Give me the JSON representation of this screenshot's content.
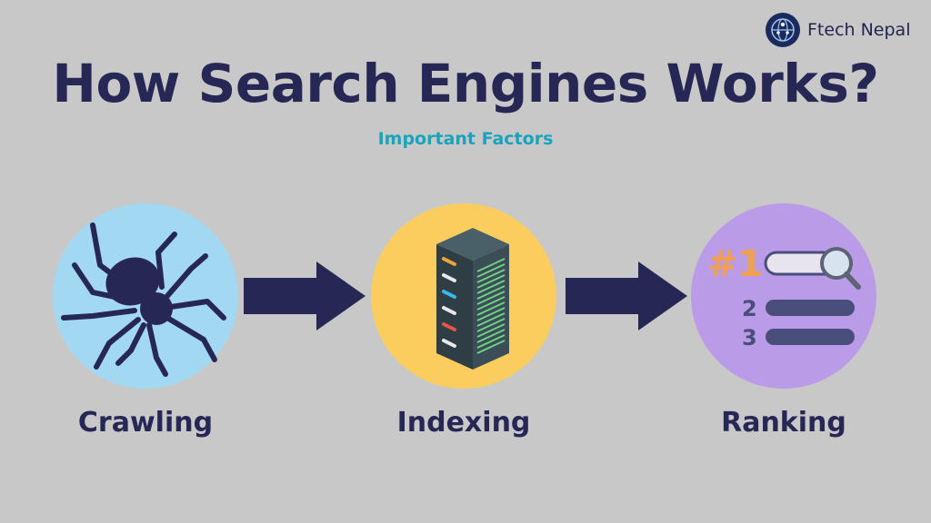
{
  "brand": {
    "name": "Ftech Nepal",
    "logo_icon": "globe-network-icon"
  },
  "title": "How Search Engines Works?",
  "subtitle": "Important Factors",
  "colors": {
    "background": "#c8c8c8",
    "title": "#272755",
    "subtitle": "#18a4bd",
    "crawling_circle": "#a3d8f3",
    "indexing_circle": "#fbcd5e",
    "ranking_circle": "#ba9be8",
    "arrow": "#272755"
  },
  "steps": [
    {
      "label": "Crawling",
      "icon": "spider-icon"
    },
    {
      "label": "Indexing",
      "icon": "server-rack-icon"
    },
    {
      "label": "Ranking",
      "icon": "ranking-list-icon"
    }
  ],
  "ranking": {
    "first": "#1",
    "second": "2",
    "third": "3"
  }
}
